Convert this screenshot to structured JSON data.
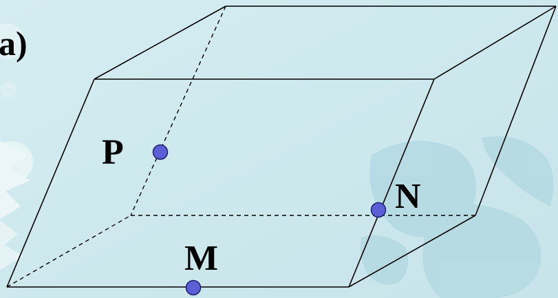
{
  "figure": {
    "part_label": "a)",
    "points": [
      {
        "id": "P",
        "label": "P"
      },
      {
        "id": "N",
        "label": "N"
      },
      {
        "id": "M",
        "label": "M"
      }
    ]
  },
  "colors": {
    "background": "#cfe9ee",
    "ornament": "#a9d2dc",
    "snowflake": "#eef7f9",
    "edge": "#000000",
    "point_fill": "#5b5fd6",
    "point_stroke": "#1e1f6e",
    "label": "#000000"
  }
}
